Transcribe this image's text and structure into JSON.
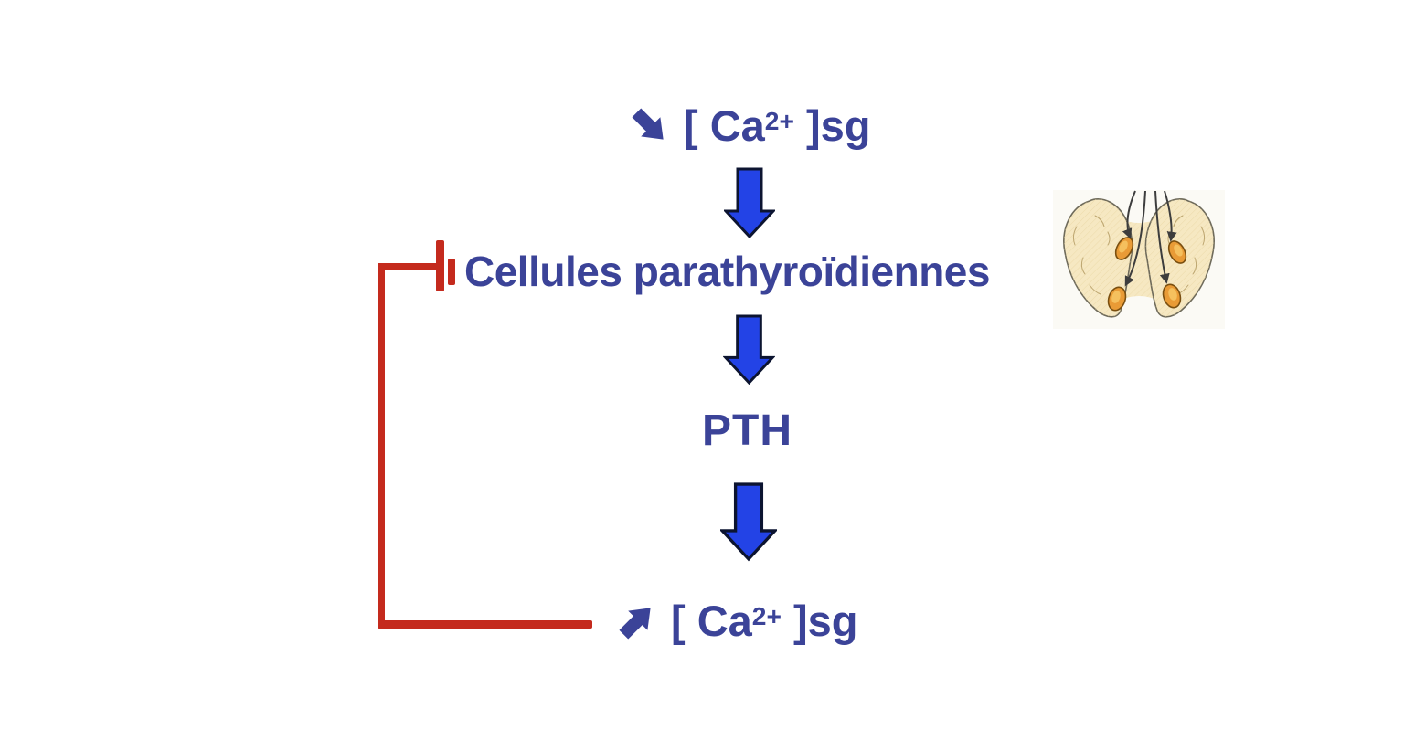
{
  "colors": {
    "node_text_blue": "#3b4398",
    "flow_arrow_fill": "#2343e6",
    "flow_arrow_outline": "#0c1430",
    "inhibition_red": "#c42a1d"
  },
  "nodes": {
    "calcium_drop": {
      "icon": "arrow-southeast-icon",
      "text_open": "[ Ca",
      "sup": "2+",
      "text_close": " ]sg"
    },
    "parathyroid_cells": {
      "label": "Cellules parathyroïdiennes"
    },
    "pth": {
      "label": "PTH"
    },
    "calcium_rise": {
      "icon": "arrow-northeast-icon",
      "text_open": "[ Ca",
      "sup": "2+",
      "text_close": " ]sg"
    }
  },
  "connectors": {
    "down_arrows_count": 3,
    "feedback_loop": {
      "type": "inhibition",
      "from": "calcium_rise",
      "to": "parathyroid_cells",
      "color": "#c42a1d"
    }
  },
  "illustration": {
    "name": "parathyroid-glands-illustration",
    "alt": "Thyroid gland (posterior view) with four parathyroid glands indicated by arrows"
  }
}
